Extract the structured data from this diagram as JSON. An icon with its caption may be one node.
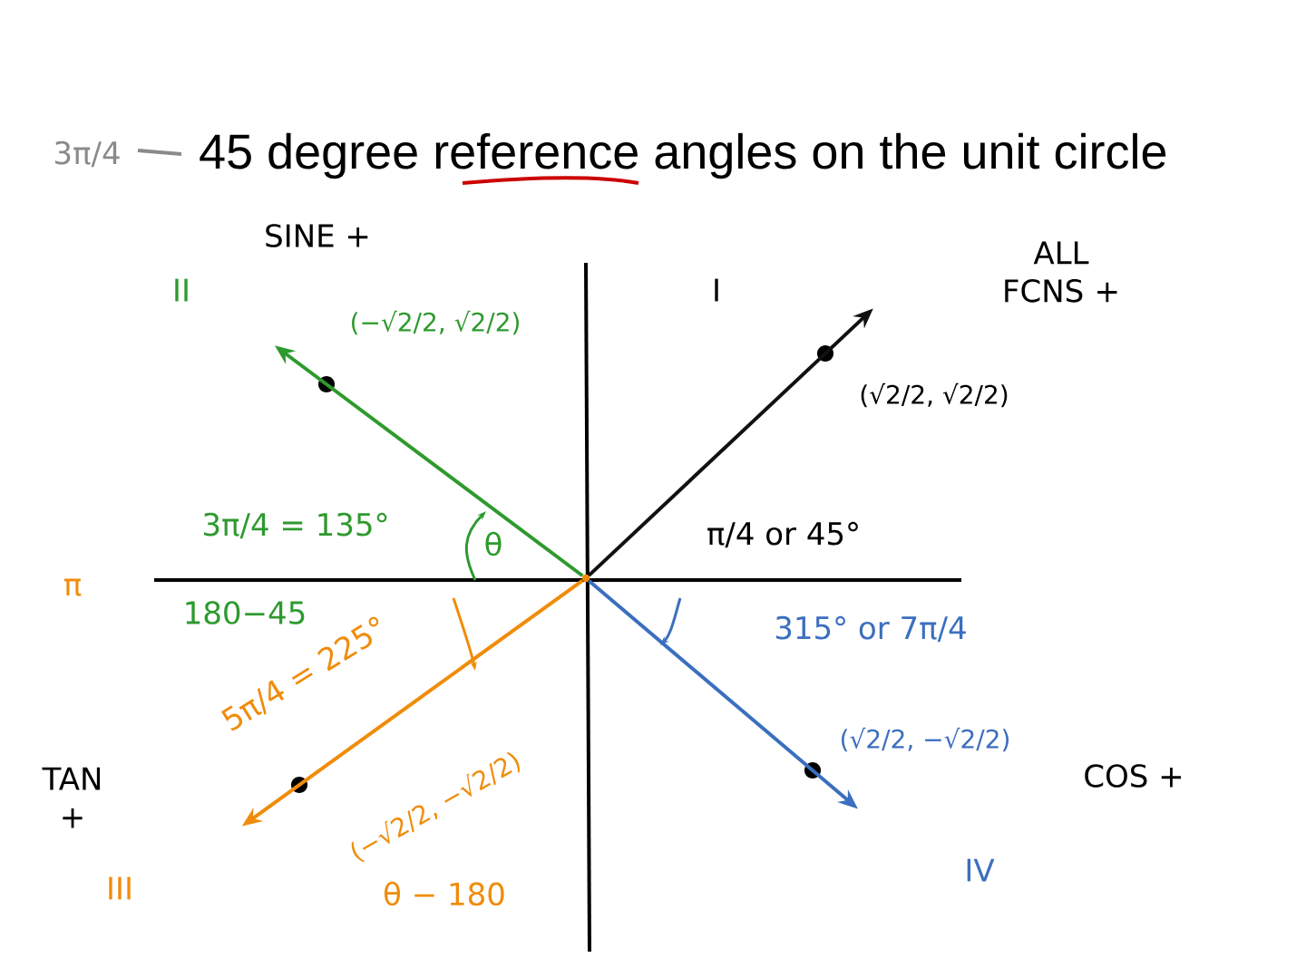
{
  "diagram": {
    "title": "45 degree reference angles on the unit circle",
    "nodes": [
      {
        "text": [],
        "shape": "point"
      },
      {
        "text": [],
        "shape": "circle",
        "beside": [
          "(−√2/2, √2/2)"
        ]
      },
      {
        "text": [],
        "shape": "circle",
        "beside": [
          "(√2/2, √2/2)"
        ]
      },
      {
        "text": [],
        "shape": "circle",
        "beside": [
          "(−√2/2, −√2/2)"
        ]
      },
      {
        "text": [],
        "shape": "circle",
        "beside": [
          "(√2/2, −√2/2)"
        ]
      }
    ],
    "edges": [
      {
        "from": 0,
        "to": 1,
        "arrow": "to",
        "color": "#2e9a2e"
      },
      {
        "from": 0,
        "to": 2,
        "arrow": "to",
        "color": "#111111"
      },
      {
        "from": 0,
        "to": 3,
        "arrow": "to",
        "color": "#f08c0a"
      },
      {
        "from": 0,
        "to": 4,
        "arrow": "to",
        "color": "#3b6fbf"
      }
    ],
    "labels": [
      "3π/4",
      "SINE +",
      "II",
      "I",
      "ALL FCNS +",
      "3π/4 = 135°",
      "θ",
      "π",
      "180−45",
      "π/4 or 45°",
      "315° or 7π/4",
      "5π/4 = 225°",
      "COS +",
      "TAN +",
      "θ − 180",
      "III",
      "IV"
    ]
  }
}
